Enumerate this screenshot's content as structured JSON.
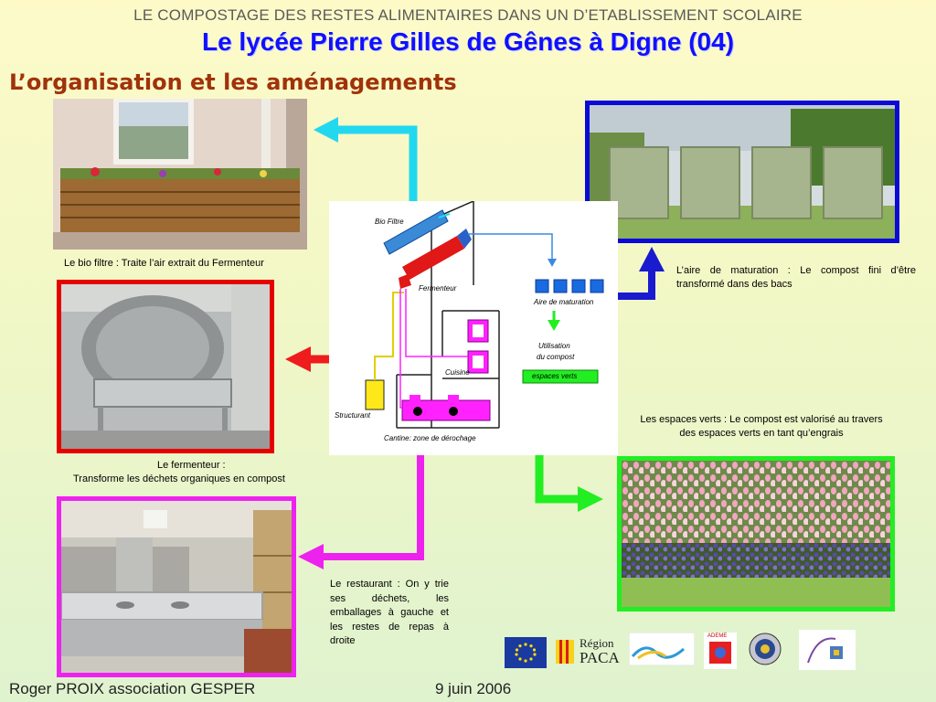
{
  "header": {
    "top_line": "LE COMPOSTAGE DES RESTES ALIMENTAIRES DANS UN D’ETABLISSEMENT SCOLAIRE",
    "title": "Le lycée Pierre Gilles de Gênes à Digne (04)",
    "section": "L’organisation et les aménagements"
  },
  "captions": {
    "biofiltre": "Le bio filtre : Traite l’air extrait du Fermenteur",
    "fermenteur_1": "Le fermenteur :",
    "fermenteur_2": "Transforme les déchets organiques en compost",
    "maturation": "L’aire de maturation : Le compost fini d’être transformé dans des bacs",
    "espaces_verts": "Les espaces verts : Le compost est valorisé au travers des espaces verts en tant qu’engrais",
    "restaurant": "Le restaurant : On y trie ses déchets, les emballages à gauche et les restes de repas à droite"
  },
  "diagram": {
    "bio_filtre": "Bio Filtre",
    "fermenteur": "Fermenteur",
    "aire_maturation": "Aire de maturation",
    "utilisation_1": "Utilisation",
    "utilisation_2": "du compost",
    "espaces_verts": "espaces verts",
    "cuisine": "Cuisine",
    "structurant": "Structurant",
    "cantine": "Cantine: zone de dérochage"
  },
  "logos": {
    "region_1": "Région",
    "region_2": "PACA",
    "ademe": "ADEME"
  },
  "footer": {
    "author": "Roger PROIX  association GESPER",
    "date": "9 juin 2006"
  },
  "colors": {
    "title_blue": "#1010ff",
    "section_brown": "#a0320a",
    "arrow_cyan": "#22d8ee",
    "arrow_red": "#ee1c1c",
    "arrow_blue": "#1a1ad0",
    "arrow_green": "#22ee22",
    "arrow_magenta": "#ee22ee"
  }
}
